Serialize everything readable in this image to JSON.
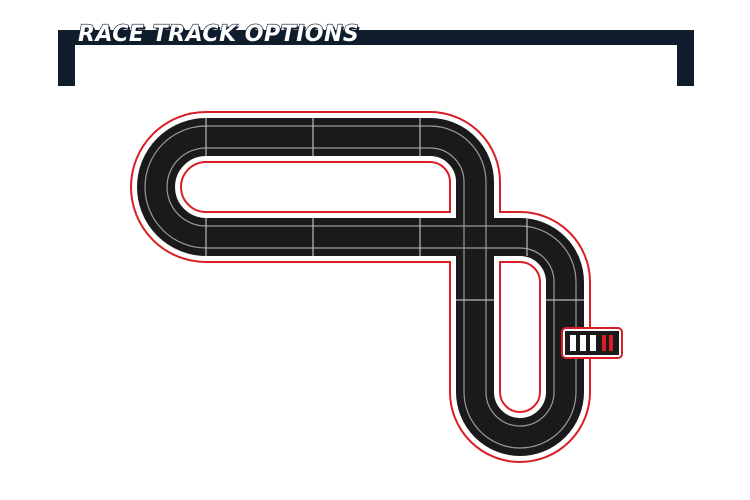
{
  "header": {
    "title": "RACE TRACK OPTIONS"
  },
  "colors": {
    "banner": "#0f1d2c",
    "border": "#d81f26",
    "asphalt": "#1a1a1a",
    "lane_line": "#9a9a9a",
    "kerb": "#ffffff",
    "background": "#ffffff"
  },
  "track": {
    "layout_name": "figure-eight-crossover",
    "pieces": [
      "straight",
      "straight",
      "straight",
      "curve",
      "curve",
      "curve",
      "curve",
      "crossover",
      "start-finish"
    ]
  }
}
